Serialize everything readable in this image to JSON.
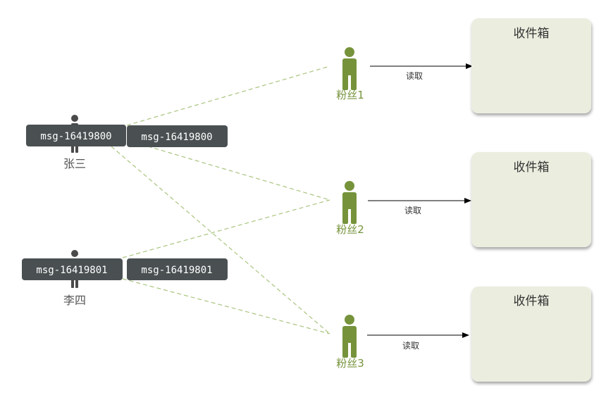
{
  "colors": {
    "fan_person": "#76933c",
    "author_person": "#4a4a4a",
    "dashed_line": "#a9c47f",
    "inbox_fill": "#ebeedf",
    "inbox_shadow": "#9a9a9a",
    "msg_fill": "#4a5052",
    "arrow": "#000000"
  },
  "authors": [
    {
      "name": "张三",
      "messages": [
        "msg-16419800",
        "msg-16419800"
      ]
    },
    {
      "name": "李四",
      "messages": [
        "msg-16419801",
        "msg-16419801"
      ]
    }
  ],
  "fans": [
    {
      "name": "粉丝1",
      "read_label": "读取",
      "inbox_title": "收件箱"
    },
    {
      "name": "粉丝2",
      "read_label": "读取",
      "inbox_title": "收件箱"
    },
    {
      "name": "粉丝3",
      "read_label": "读取",
      "inbox_title": "收件箱"
    }
  ]
}
